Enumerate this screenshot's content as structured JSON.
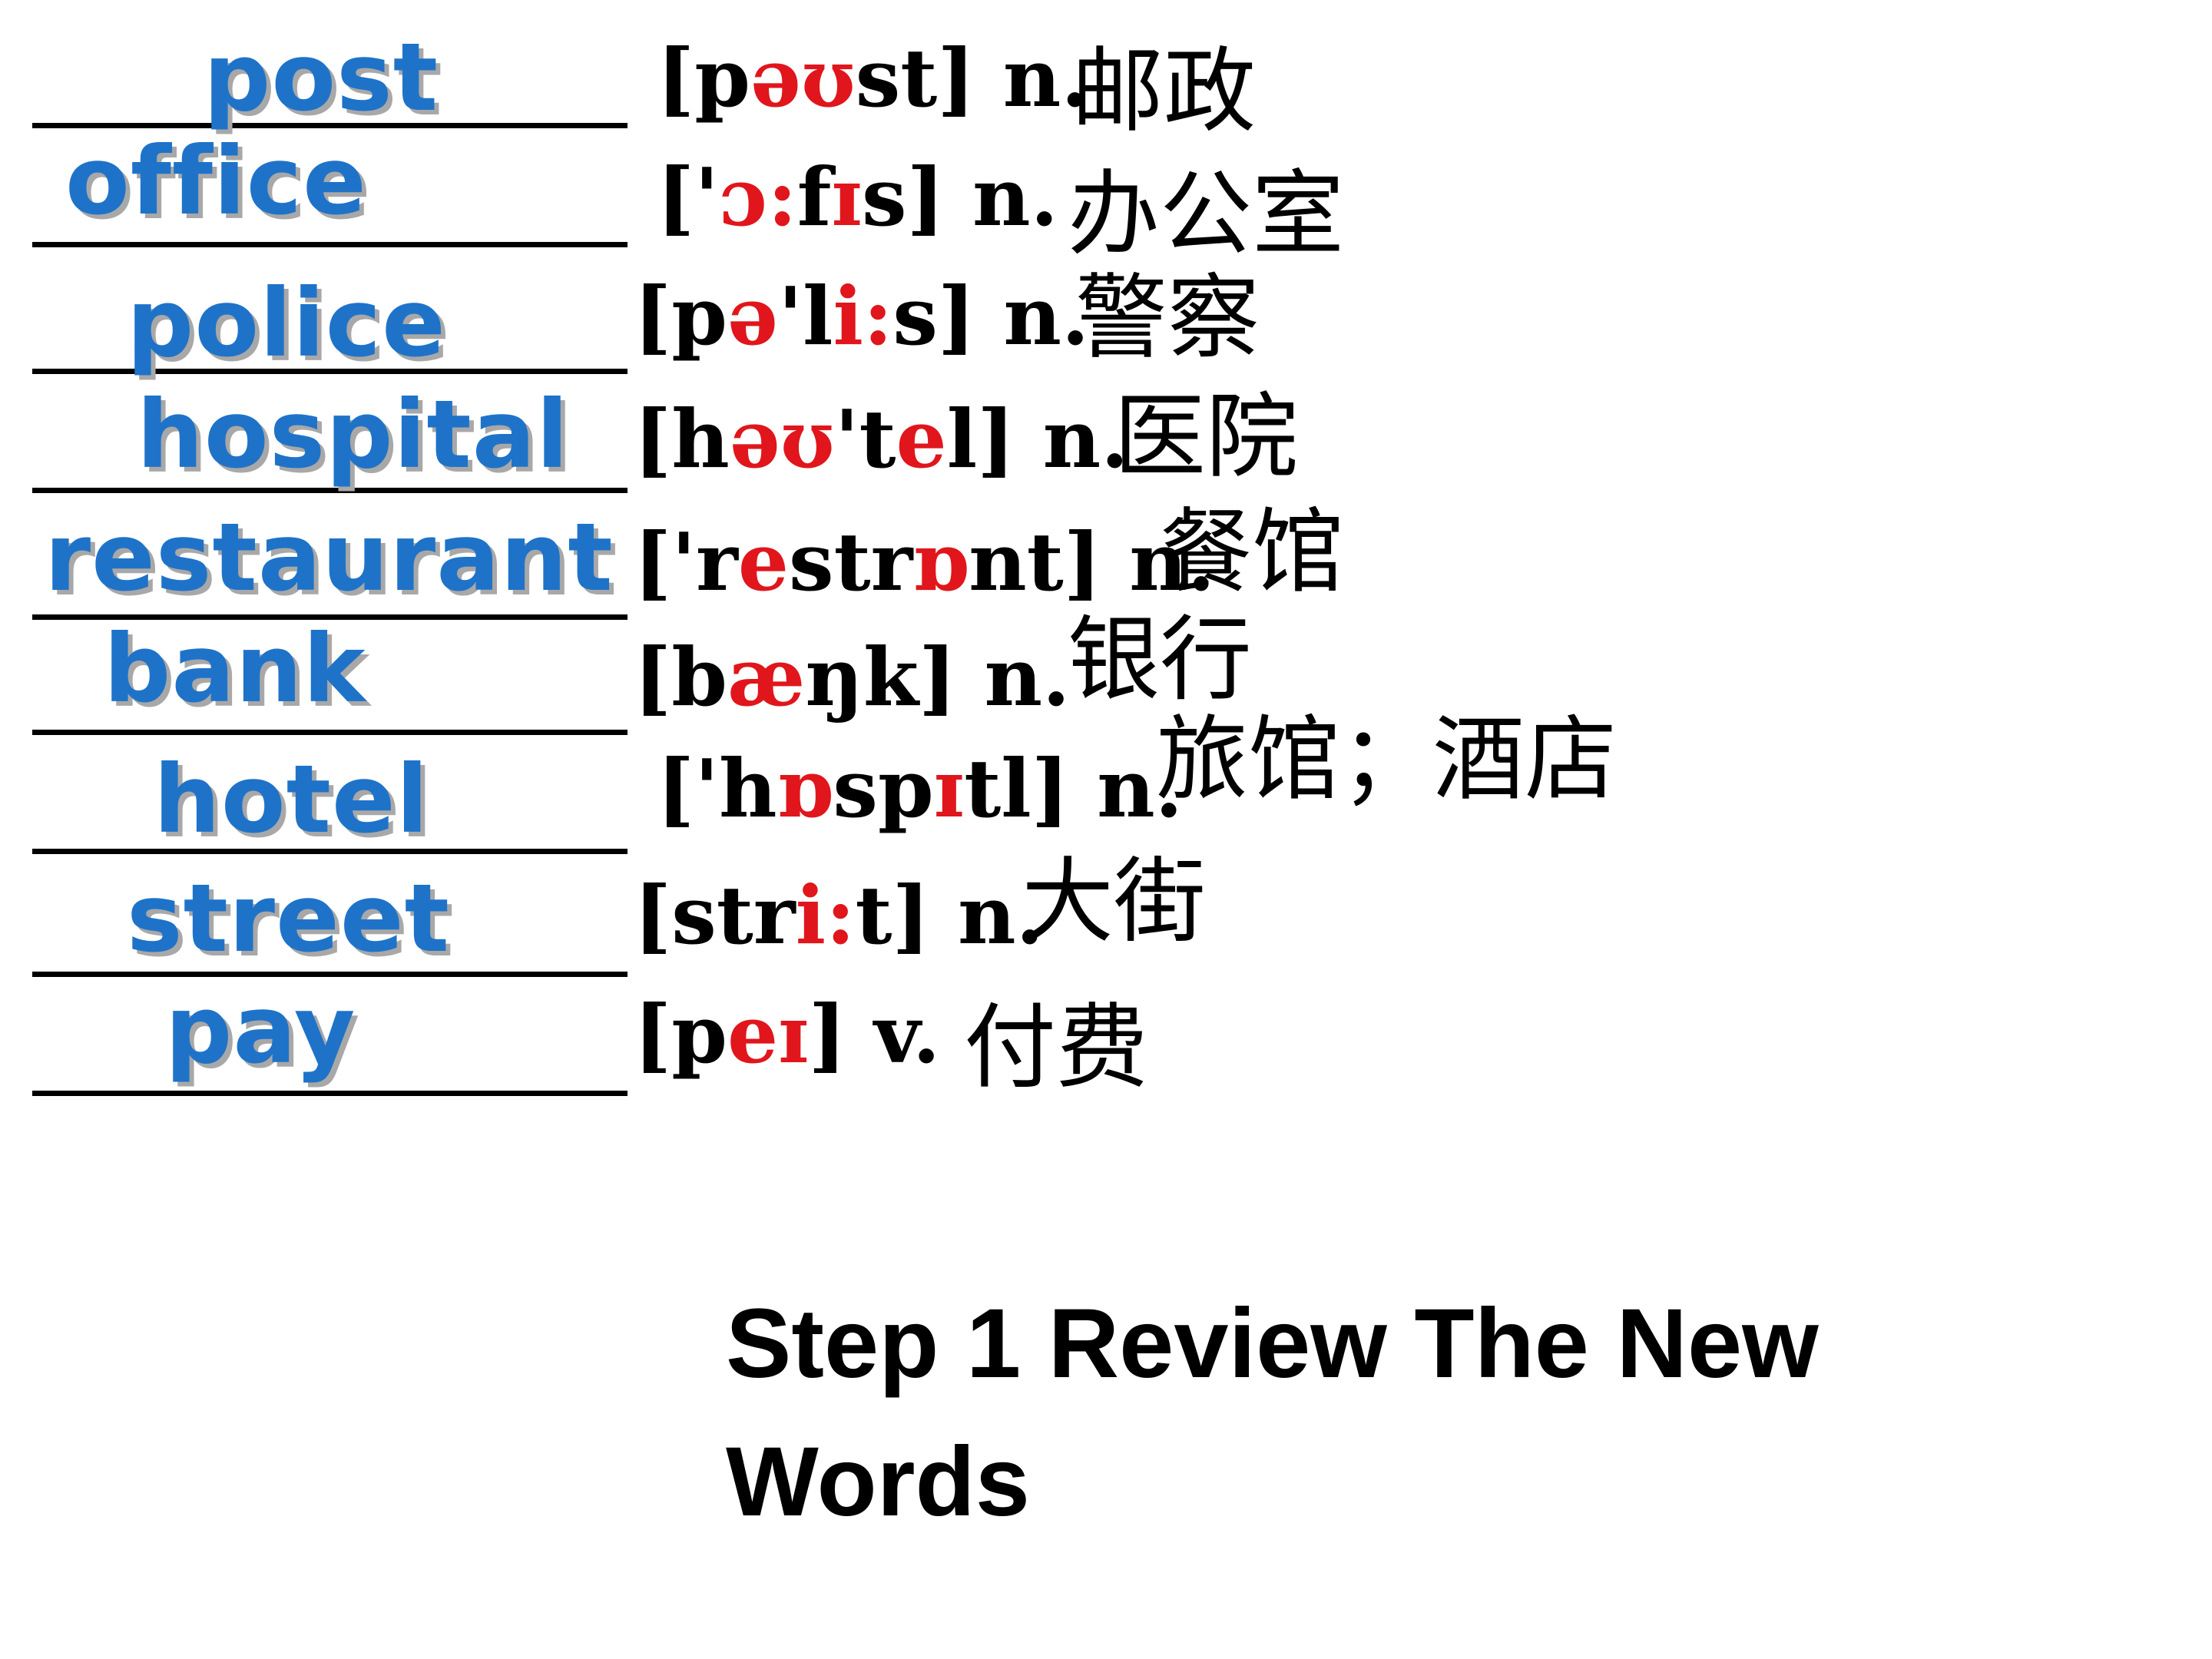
{
  "rows": [
    {
      "answer": "post",
      "phonetic": [
        {
          "t": "[p"
        },
        {
          "t": "əʊ",
          "hl": true
        },
        {
          "t": "st] n."
        }
      ],
      "meaning": "邮政"
    },
    {
      "answer": "office",
      "phonetic": [
        {
          "t": "['"
        },
        {
          "t": "ɔ:",
          "hl": true
        },
        {
          "t": "f"
        },
        {
          "t": "ɪ",
          "hl": true
        },
        {
          "t": "s] n."
        }
      ],
      "meaning": "办公室"
    },
    {
      "answer": "police",
      "phonetic": [
        {
          "t": "[p"
        },
        {
          "t": "ə",
          "hl": true
        },
        {
          "t": "'l"
        },
        {
          "t": "i:",
          "hl": true
        },
        {
          "t": "s] n."
        }
      ],
      "meaning": "警察"
    },
    {
      "answer": "hospital",
      "phonetic": [
        {
          "t": "[h"
        },
        {
          "t": "əʊ",
          "hl": true
        },
        {
          "t": "'t"
        },
        {
          "t": "e",
          "hl": true
        },
        {
          "t": "l] n."
        }
      ],
      "meaning": "医院"
    },
    {
      "answer": "restaurant",
      "phonetic": [
        {
          "t": "['r"
        },
        {
          "t": "e",
          "hl": true
        },
        {
          "t": "str"
        },
        {
          "t": "ɒ",
          "hl": true
        },
        {
          "t": "nt] n."
        }
      ],
      "meaning": "餐馆"
    },
    {
      "answer": "bank",
      "phonetic": [
        {
          "t": "[b"
        },
        {
          "t": "æ",
          "hl": true
        },
        {
          "t": "ŋk] n."
        }
      ],
      "meaning": "银行"
    },
    {
      "answer": "hotel",
      "phonetic": [
        {
          "t": "['h"
        },
        {
          "t": "ɒ",
          "hl": true
        },
        {
          "t": "sp"
        },
        {
          "t": "ɪ",
          "hl": true
        },
        {
          "t": "tl] n."
        }
      ],
      "meaning": "旅馆；酒店"
    },
    {
      "answer": "street",
      "phonetic": [
        {
          "t": "[str"
        },
        {
          "t": "i:",
          "hl": true
        },
        {
          "t": "t] n."
        }
      ],
      "meaning": "大街"
    },
    {
      "answer": "pay",
      "phonetic": [
        {
          "t": "[p"
        },
        {
          "t": "eɪ",
          "hl": true
        },
        {
          "t": "] v."
        }
      ],
      "meaning": "付费"
    }
  ],
  "title": "Step 1 Review The New Words",
  "colors": {
    "answer": "#1e73c9",
    "highlight": "#e0161c",
    "text": "#000000",
    "background": "#ffffff"
  }
}
